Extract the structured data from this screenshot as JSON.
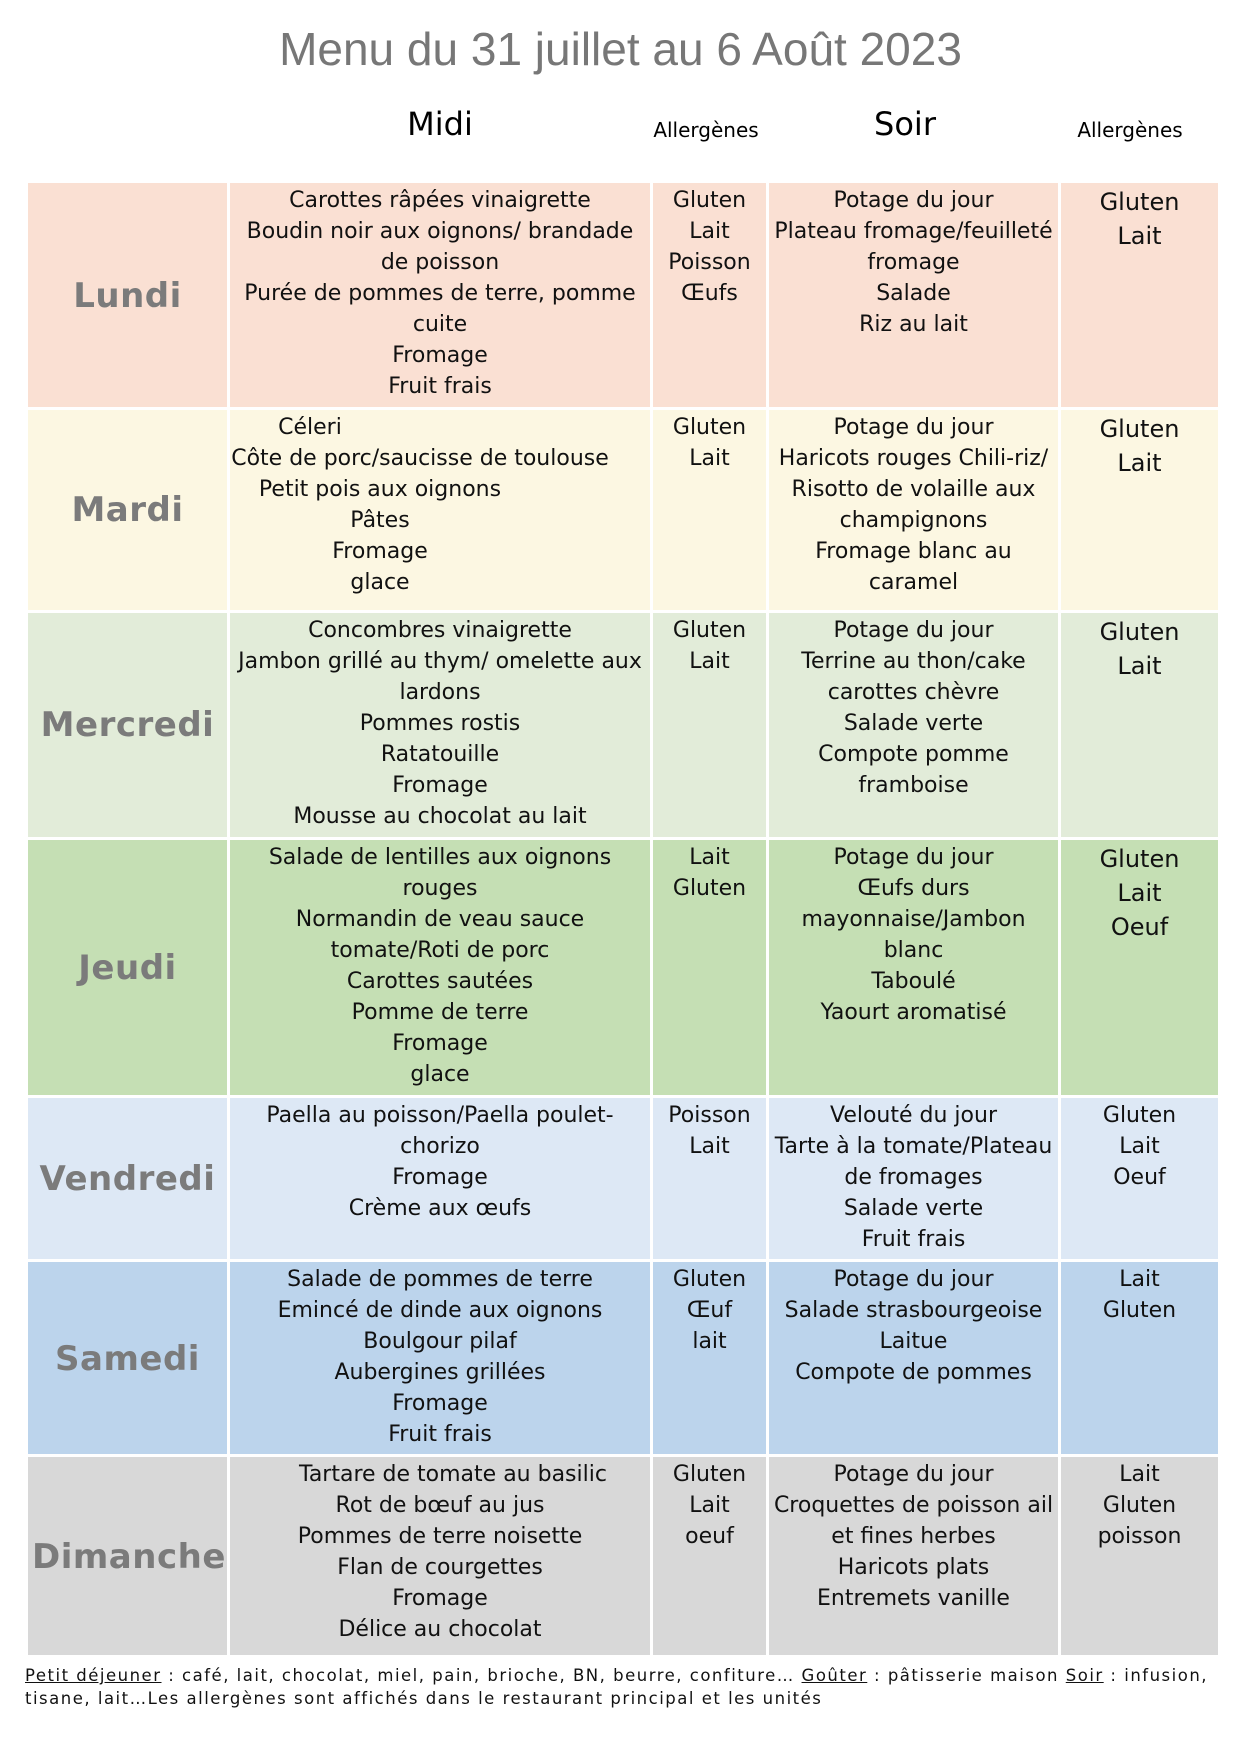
{
  "title": "Menu du 31 juillet au 6 Août 2023",
  "headers": {
    "midi": "Midi",
    "allergenes_midi": "Allergènes",
    "soir": "Soir",
    "allergenes_soir": "Allergènes"
  },
  "days": [
    {
      "name": "Lundi",
      "midi": [
        "Carottes râpées vinaigrette",
        "Boudin noir aux oignons/ brandade de poisson",
        "Purée de pommes de terre, pomme cuite",
        "Fromage",
        "Fruit frais"
      ],
      "allergenes_midi": [
        "Gluten",
        "Lait",
        "Poisson",
        "Œufs"
      ],
      "soir": [
        "Potage du jour",
        "Plateau fromage/feuilleté fromage",
        "Salade",
        "Riz au lait"
      ],
      "allergenes_soir": [
        "Gluten",
        "Lait"
      ]
    },
    {
      "name": "Mardi",
      "midi": [
        "Céleri",
        "Côte de porc/saucisse de toulouse",
        "Petit pois aux oignons",
        "Pâtes",
        "Fromage",
        "glace"
      ],
      "allergenes_midi": [
        "Gluten",
        "Lait"
      ],
      "soir": [
        "Potage du jour",
        "Haricots rouges Chili-riz/ Risotto de volaille aux champignons",
        "Fromage blanc au caramel"
      ],
      "allergenes_soir": [
        "Gluten",
        "Lait"
      ]
    },
    {
      "name": "Mercredi",
      "midi": [
        "Concombres vinaigrette",
        "Jambon grillé au thym/ omelette aux lardons",
        "Pommes rostis",
        "Ratatouille",
        "Fromage",
        "Mousse au chocolat au lait"
      ],
      "allergenes_midi": [
        "Gluten",
        "Lait"
      ],
      "soir": [
        "Potage du jour",
        "Terrine au thon/cake carottes chèvre",
        "Salade verte",
        "Compote pomme framboise"
      ],
      "allergenes_soir": [
        "Gluten",
        "Lait"
      ]
    },
    {
      "name": "Jeudi",
      "midi": [
        "Salade de lentilles aux oignons rouges",
        "Normandin de veau sauce tomate/Roti de porc",
        "Carottes sautées",
        "Pomme de terre",
        "Fromage",
        "glace"
      ],
      "allergenes_midi": [
        "Lait",
        "Gluten"
      ],
      "soir": [
        "Potage du jour",
        "Œufs durs mayonnaise/Jambon blanc",
        "Taboulé",
        "Yaourt aromatisé"
      ],
      "allergenes_soir": [
        "Gluten",
        "Lait",
        "Oeuf"
      ]
    },
    {
      "name": "Vendredi",
      "midi": [
        "Paella au poisson/Paella poulet-chorizo",
        "Fromage",
        "Crème aux œufs"
      ],
      "allergenes_midi": [
        "Poisson",
        "Lait"
      ],
      "soir": [
        "Velouté du jour",
        "Tarte à la tomate/Plateau de fromages",
        "Salade verte",
        "Fruit frais"
      ],
      "allergenes_soir": [
        "Gluten",
        "Lait",
        "Oeuf"
      ]
    },
    {
      "name": "Samedi",
      "midi": [
        "Salade de pommes de terre",
        "Emincé de dinde aux oignons",
        "Boulgour pilaf",
        "Aubergines grillées",
        "Fromage",
        "Fruit frais"
      ],
      "allergenes_midi": [
        "Gluten",
        "Œuf",
        "lait"
      ],
      "soir": [
        "Potage du jour",
        "Salade strasbourgeoise",
        "Laitue",
        "Compote de pommes"
      ],
      "allergenes_soir": [
        "Lait",
        "Gluten"
      ]
    },
    {
      "name": "Dimanche",
      "midi": [
        "Tartare de tomate au basilic",
        "Rot de bœuf au jus",
        "Pommes de terre noisette",
        "Flan de courgettes",
        "Fromage",
        "Délice au chocolat"
      ],
      "allergenes_midi": [
        "Gluten",
        "Lait",
        "oeuf"
      ],
      "soir": [
        "Potage du jour",
        "Croquettes de poisson ail et fines herbes",
        "Haricots plats",
        "Entremets vanille"
      ],
      "allergenes_soir": [
        "Lait",
        "Gluten",
        "poisson"
      ]
    }
  ],
  "footer": {
    "petit_dej_label": "Petit déjeuner",
    "petit_dej_text": " : café, lait, chocolat, miel, pain, brioche, BN, beurre, confiture… ",
    "gouter_label": "Goûter",
    "gouter_text": " : pâtisserie maison ",
    "soir_label": "Soir",
    "soir_text": " : infusion, tisane, lait…Les allergènes sont affichés dans le restaurant principal et les unités"
  }
}
